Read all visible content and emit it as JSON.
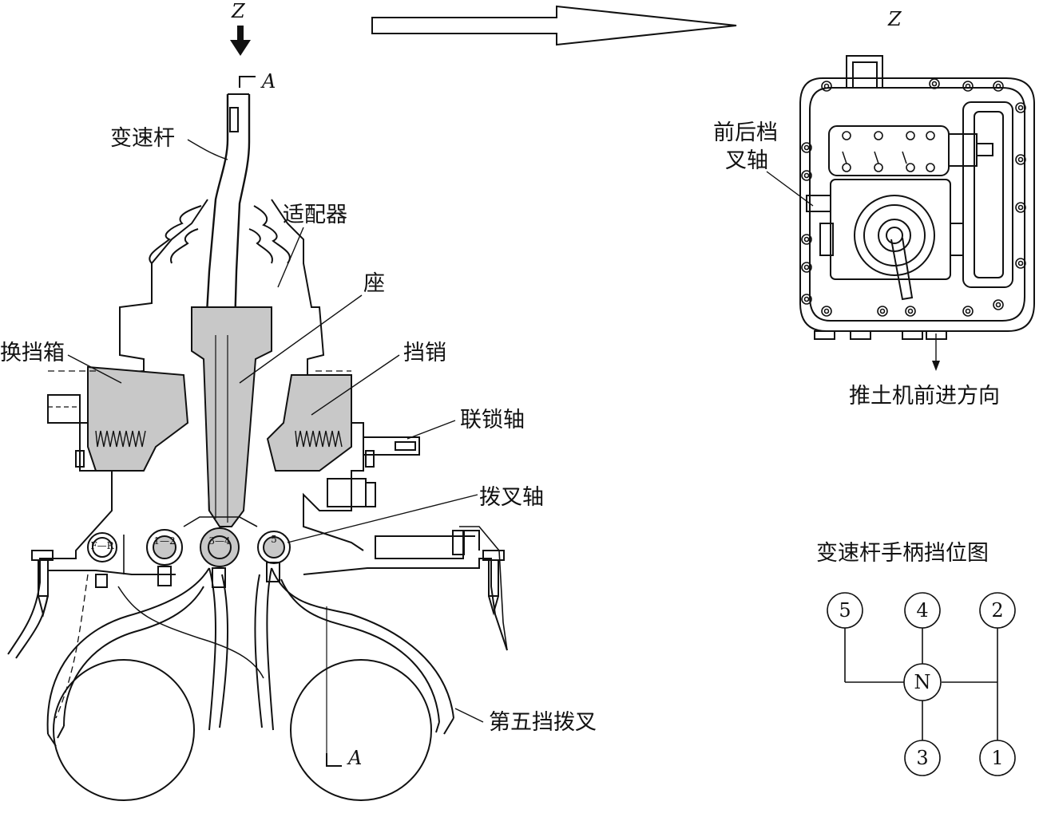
{
  "view_labels": {
    "z_arrow": "Z",
    "z_view": "Z",
    "section_top": "A",
    "section_bottom": "A"
  },
  "callouts": {
    "shift_lever": "变速杆",
    "adapter": "适配器",
    "seat": "座",
    "shift_box": "换挡箱",
    "stop_pin": "挡销",
    "interlock_shaft": "联锁轴",
    "fork_shaft": "拨叉轴",
    "fifth_fork": "第五挡拨叉",
    "fr_fork_shaft_line1": "前后档",
    "fr_fork_shaft_line2": "叉轴",
    "forward_direction": "推土机前进方向"
  },
  "rail_marks": {
    "fr": "F—R",
    "one_two": "1—2",
    "three_four": "3—4",
    "five": "5"
  },
  "shift_pattern": {
    "title": "变速杆手柄挡位图",
    "positions": [
      "5",
      "4",
      "2",
      "N",
      "3",
      "1"
    ]
  }
}
